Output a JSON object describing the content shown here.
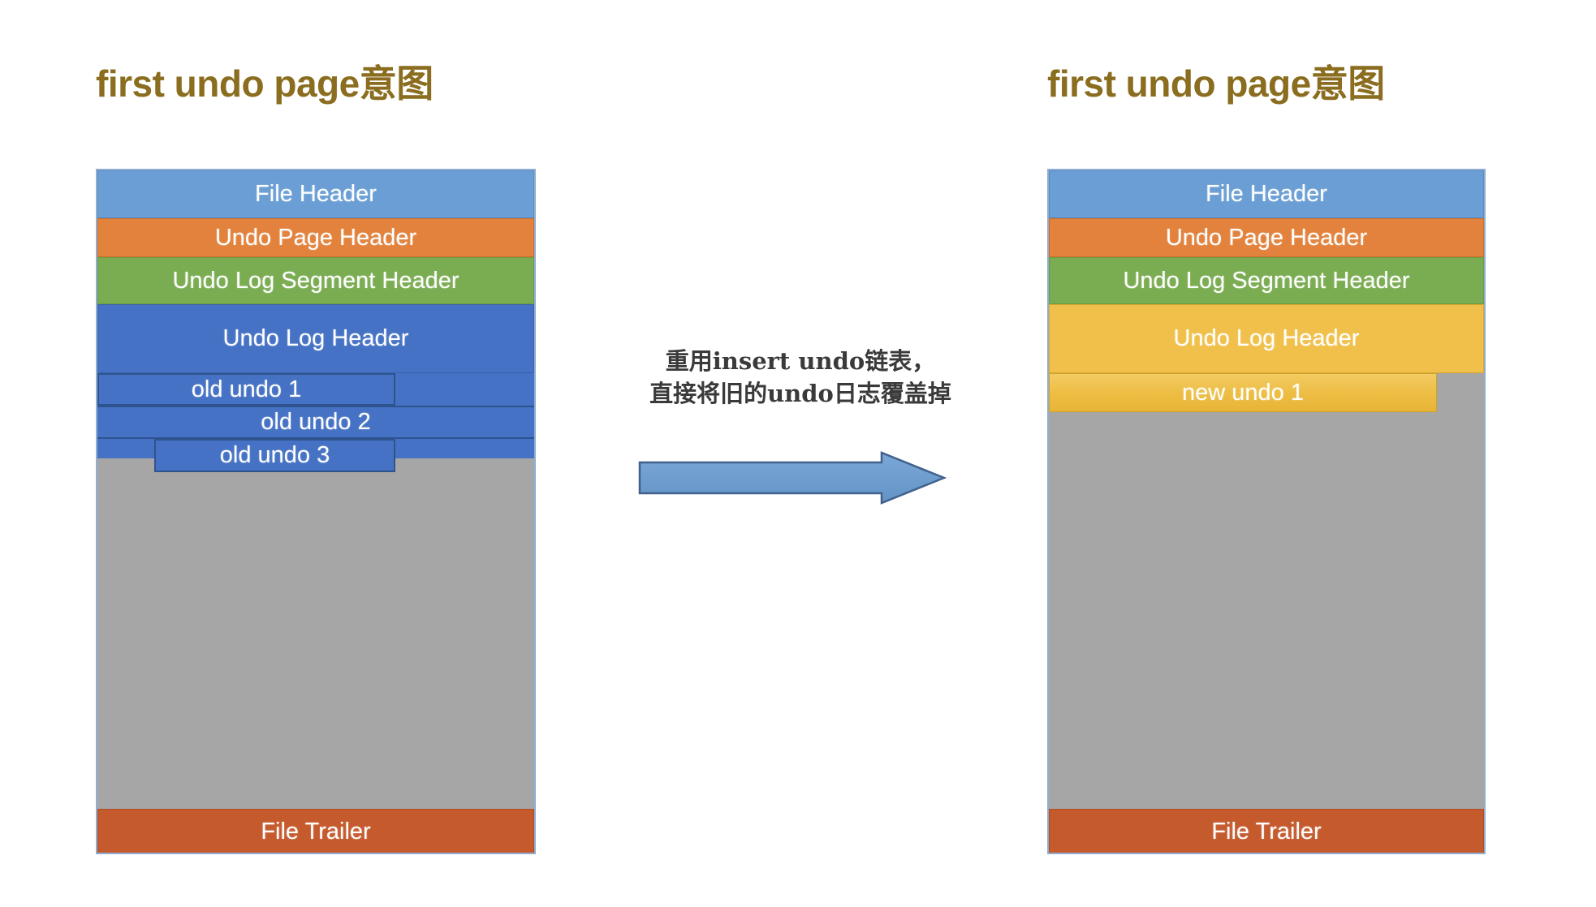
{
  "left_panel": {
    "title": "first undo page意图",
    "blocks": [
      {
        "label": "File Header",
        "color": "#6a9ed4"
      },
      {
        "label": "Undo Page Header",
        "color": "#e2823c"
      },
      {
        "label": "Undo Log Segment Header",
        "color": "#7aac51"
      },
      {
        "label": "Undo Log Header",
        "color": "#4572c4"
      }
    ],
    "entries": [
      {
        "label": "old undo 1",
        "color": "#4572c4"
      },
      {
        "label": "old undo 2",
        "color": "#4572c4"
      },
      {
        "label": "old undo 3",
        "color": "#4572c4"
      }
    ],
    "free_space_color": "#a6a6a6",
    "trailer": {
      "label": "File Trailer",
      "color": "#c55a2d"
    }
  },
  "right_panel": {
    "title": "first undo page意图",
    "blocks": [
      {
        "label": "File Header",
        "color": "#6a9ed4"
      },
      {
        "label": "Undo Page Header",
        "color": "#e2823c"
      },
      {
        "label": "Undo Log Segment Header",
        "color": "#7aac51"
      },
      {
        "label": "Undo Log Header",
        "color": "#f0c04a"
      }
    ],
    "entries": [
      {
        "label": "new undo 1",
        "color": "#edbd43"
      }
    ],
    "free_space_color": "#a6a6a6",
    "trailer": {
      "label": "File Trailer",
      "color": "#c55a2d"
    }
  },
  "transition": {
    "arrow_icon": "right-arrow-icon",
    "arrow_color": "#6a9ed4",
    "arrow_outline_color": "#41618c",
    "note_line1": "重用insert undo链表，",
    "note_line2": "直接将旧的undo日志覆盖掉"
  }
}
